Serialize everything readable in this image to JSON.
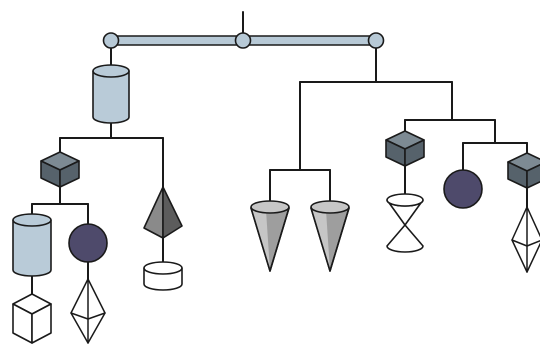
{
  "colors": {
    "stroke": "#1a1a1a",
    "beam_fill": "#b7c9d6",
    "cylinder_fill": "#b9cbd8",
    "cube_dark": "#56626b",
    "cube_top": "#7d8a93",
    "sphere_fill": "#4e4a6b",
    "pyramid_light": "#8a8a8a",
    "pyramid_dark": "#5c5c5c",
    "cone_light": "#c6c6c6",
    "cone_dark": "#9e9e9e",
    "white_fill": "#ffffff"
  },
  "components": [
    {
      "id": "top-beam",
      "shape": "beam"
    },
    {
      "id": "cylinder-upper",
      "shape": "cylinder"
    },
    {
      "id": "cube-left",
      "shape": "dark-cube"
    },
    {
      "id": "cylinder-lower",
      "shape": "cylinder"
    },
    {
      "id": "sphere-left",
      "shape": "sphere"
    },
    {
      "id": "pyramid",
      "shape": "pyramid"
    },
    {
      "id": "disc",
      "shape": "short-cylinder"
    },
    {
      "id": "white-cube",
      "shape": "wireframe-cube"
    },
    {
      "id": "octahedron-left",
      "shape": "wireframe-octahedron"
    },
    {
      "id": "cone-left",
      "shape": "cone"
    },
    {
      "id": "cone-right",
      "shape": "cone"
    },
    {
      "id": "cube-right-a",
      "shape": "dark-cube"
    },
    {
      "id": "hourglass",
      "shape": "hourglass"
    },
    {
      "id": "sphere-right",
      "shape": "sphere"
    },
    {
      "id": "cube-right-b",
      "shape": "dark-cube"
    },
    {
      "id": "octahedron-right",
      "shape": "wireframe-octahedron"
    }
  ]
}
